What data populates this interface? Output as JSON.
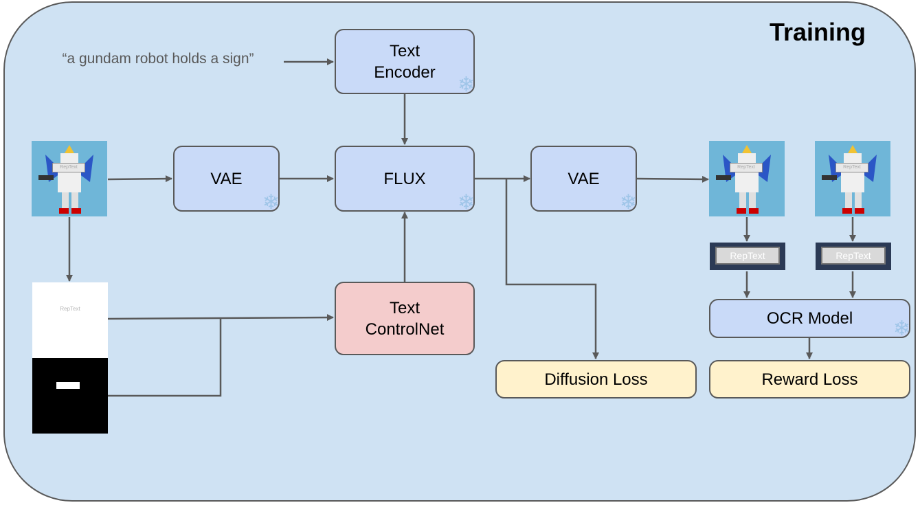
{
  "title": "Training",
  "prompt": "“a gundam robot holds a sign”",
  "boxes": {
    "text_encoder": "Text\nEncoder",
    "vae_in": "VAE",
    "flux": "FLUX",
    "vae_out": "VAE",
    "controlnet": "Text\nControlNet",
    "diffusion_loss": "Diffusion Loss",
    "ocr_model": "OCR Model",
    "reward_loss": "Reward Loss"
  },
  "images": {
    "sign_text": "RepText",
    "glyph_text": "RepText",
    "crop_text": "RepText"
  },
  "icons": {
    "frozen": "snowflake-icon",
    "snowflake_glyph": "❄"
  },
  "colors": {
    "background": "#cfe2f3",
    "frozen_box": "#c9daf8",
    "trainable_box": "#f4cccc",
    "loss_box": "#fff2cc",
    "stroke": "#595959"
  }
}
